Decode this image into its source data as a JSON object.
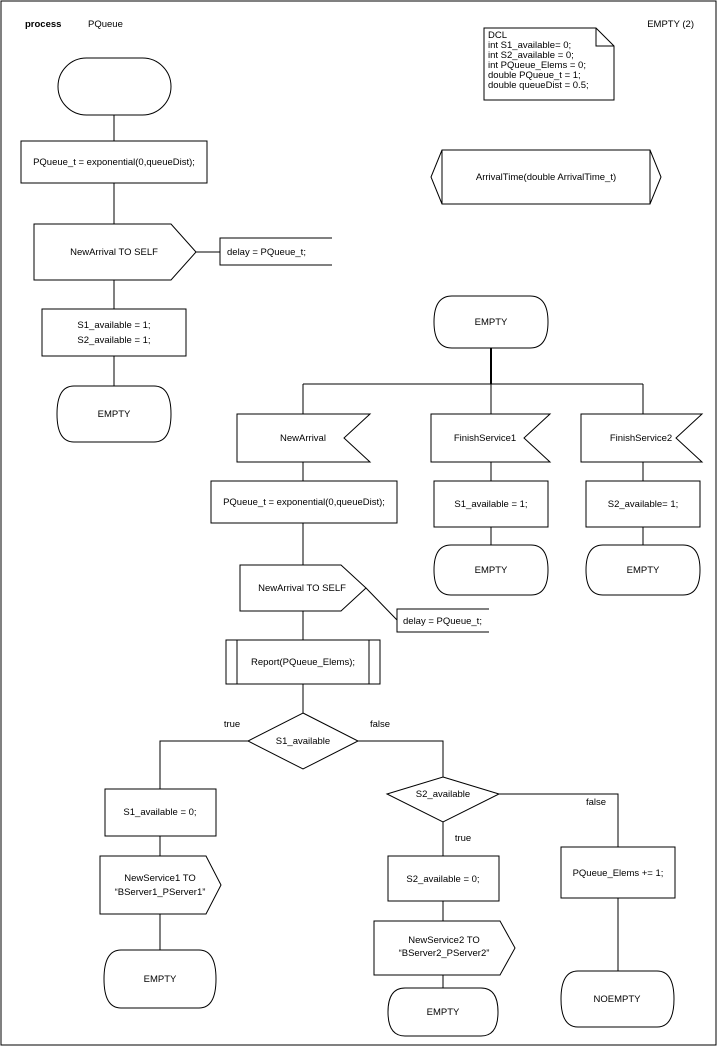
{
  "header": {
    "kind": "process",
    "name": "PQueue",
    "page": "EMPTY (2)"
  },
  "declarations": [
    "DCL",
    "int S1_available= 0;",
    "int S2_available = 0;",
    "int PQueue_Elems = 0;",
    "double PQueue_t = 1;",
    "double queueDist = 0.5;"
  ],
  "procedure": "ArrivalTime(double ArrivalTime_t)",
  "start": {
    "init_task": "PQueue_t = exponential(0,queueDist);",
    "set_timer": "NewArrival TO SELF",
    "set_delay": "delay = PQueue_t;",
    "assign": [
      "S1_available = 1;",
      "S2_available = 1;"
    ],
    "next_state": "EMPTY"
  },
  "state": {
    "name": "EMPTY",
    "inputs": {
      "new_arrival": "NewArrival",
      "finish1": "FinishService1",
      "finish2": "FinishService2"
    },
    "finish1_task": "S1_available = 1;",
    "finish1_next": "EMPTY",
    "finish2_task": "S2_available= 1;",
    "finish2_next": "EMPTY",
    "arrival_task": "PQueue_t = exponential(0,queueDist);",
    "arrival_timer": "NewArrival TO SELF",
    "arrival_delay": "delay = PQueue_t;",
    "report_call": "Report(PQueue_Elems);",
    "decision1": "S1_available",
    "decision1_true": "true",
    "decision1_false": "false",
    "s1_task": "S1_available = 0;",
    "s1_output": [
      "NewService1 TO",
      "“BServer1_PServer1”"
    ],
    "s1_next": "EMPTY",
    "decision2": "S2_available",
    "decision2_true": "true",
    "decision2_false": "false",
    "s2_task": "S2_available = 0;",
    "s2_output": [
      "NewService2 TO",
      "“BServer2_PServer2”"
    ],
    "s2_next": "EMPTY",
    "queue_task": "PQueue_Elems += 1;",
    "queue_next": "NOEMPTY"
  }
}
